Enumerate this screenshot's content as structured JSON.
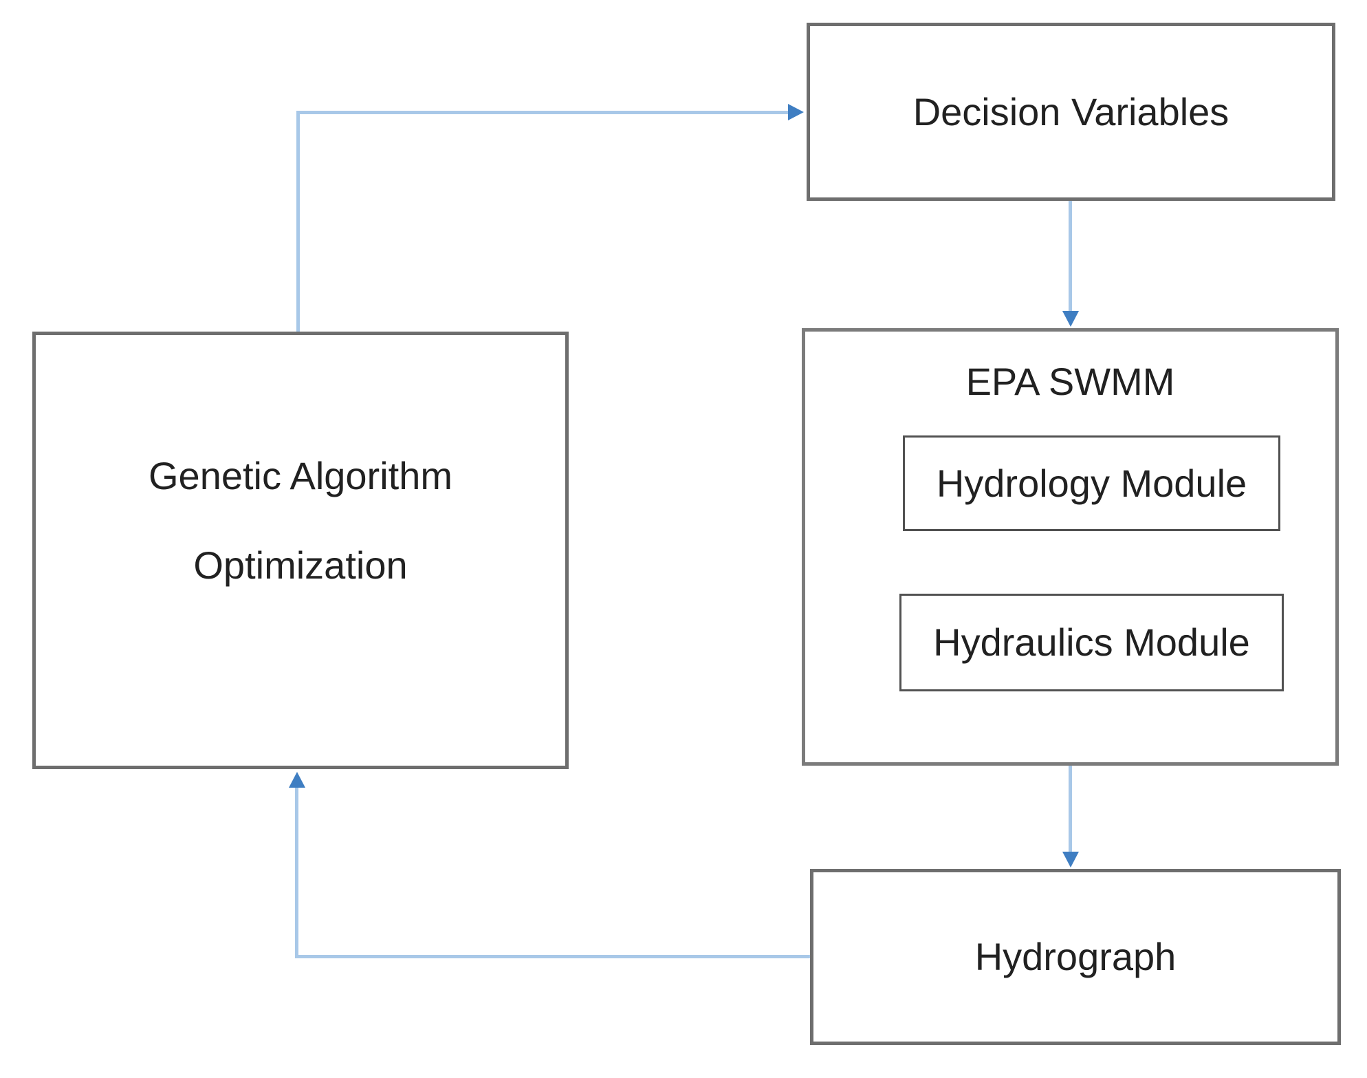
{
  "colors": {
    "connector": "#a8c8e8",
    "arrowhead": "#3f7ec2",
    "border_outer": "#6e6e6e",
    "border_inner": "#515151",
    "text": "#212121"
  },
  "nodes": {
    "decision_variables": {
      "label": "Decision Variables"
    },
    "epa_swmm": {
      "label": "EPA SWMM"
    },
    "hydrology_module": {
      "label": "Hydrology Module"
    },
    "hydraulics_module": {
      "label": "Hydraulics Module"
    },
    "genetic_algorithm": {
      "line1": "Genetic Algorithm",
      "line2": "Optimization"
    },
    "hydrograph": {
      "label": "Hydrograph"
    }
  },
  "edges": [
    {
      "from": "genetic_algorithm",
      "to": "decision_variables"
    },
    {
      "from": "decision_variables",
      "to": "epa_swmm"
    },
    {
      "from": "epa_swmm",
      "to": "hydrograph"
    },
    {
      "from": "hydrograph",
      "to": "genetic_algorithm"
    }
  ]
}
